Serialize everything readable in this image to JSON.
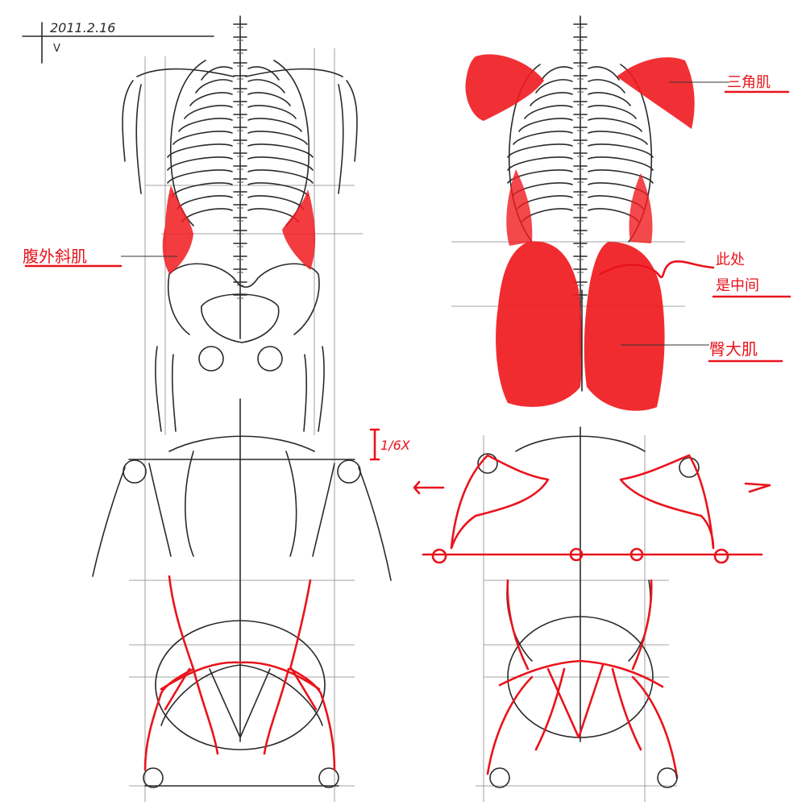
{
  "date_note": "2011.2.16",
  "date_mark": "V",
  "labels": {
    "left_muscle": "腹外斜肌",
    "deltoid": "三角肌",
    "note_line1": "此处",
    "note_line2": "是中间",
    "glute": "臀大肌",
    "ratio": "1/6X"
  },
  "colors": {
    "ink": "#2a2a2a",
    "accent_red": "#e8141c"
  }
}
